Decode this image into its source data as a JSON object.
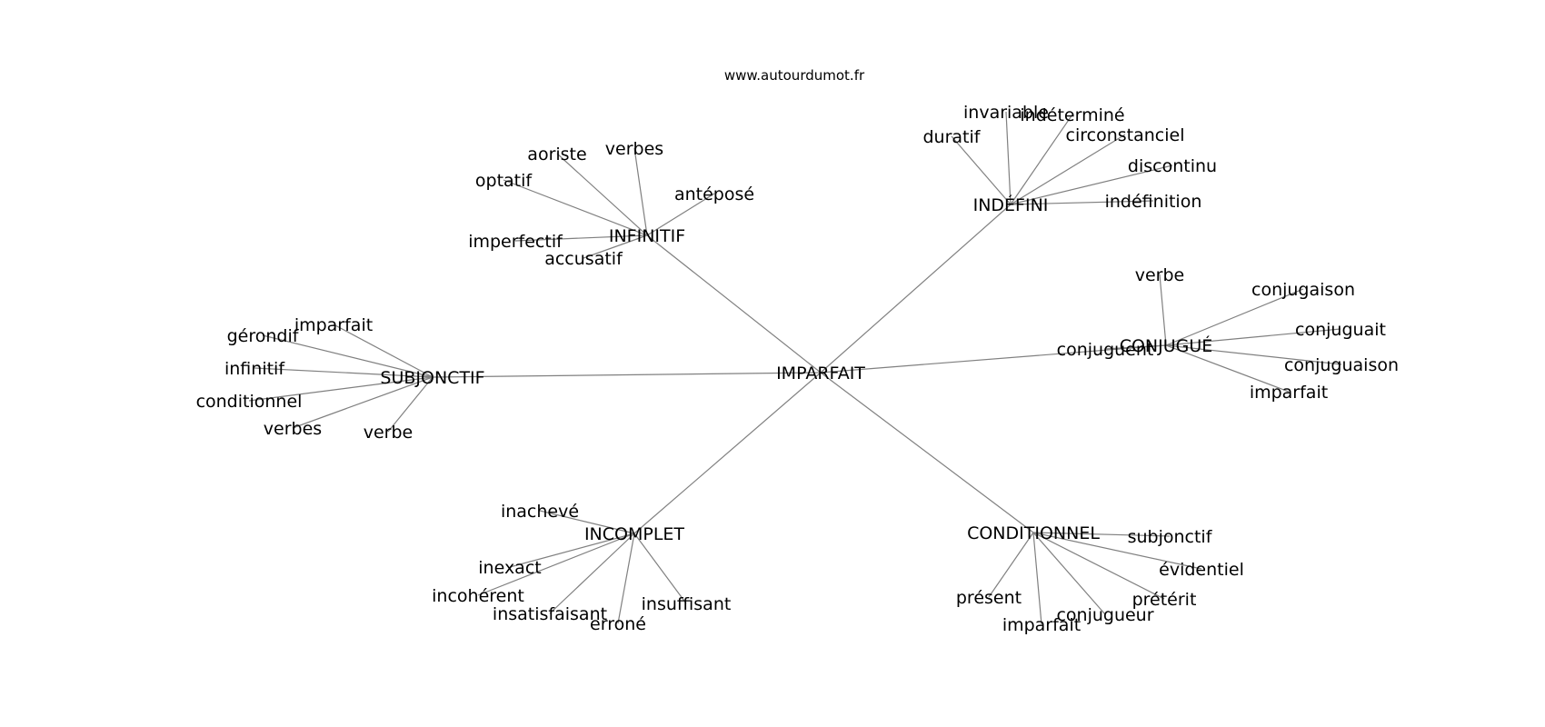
{
  "source": "www.autourdumot.fr",
  "center": "IMPARFAIT",
  "groups": [
    {
      "hub": "INFINITIF",
      "leaves": [
        "aoriste",
        "verbes",
        "optatif",
        "antéposé",
        "imperfectif",
        "accusatif"
      ]
    },
    {
      "hub": "INDÉFINI",
      "leaves": [
        "invariable",
        "indéterminé",
        "duratif",
        "circonstanciel",
        "discontinu",
        "indéfinition"
      ]
    },
    {
      "hub": "SUBJONCTIF",
      "leaves": [
        "imparfait",
        "gérondif",
        "infinitif",
        "conditionnel",
        "verbes",
        "verbe"
      ]
    },
    {
      "hub": "CONJUGUÉ",
      "leaves": [
        "verbe",
        "conjugaison",
        "conjuguait",
        "conjuguaison",
        "imparfait",
        "conjuguent"
      ]
    },
    {
      "hub": "INCOMPLET",
      "leaves": [
        "inachevé",
        "inexact",
        "incohérent",
        "insatisfaisant",
        "erroné",
        "insuffisant"
      ]
    },
    {
      "hub": "CONDITIONNEL",
      "leaves": [
        "subjonctif",
        "évidentiel",
        "prétérit",
        "conjugueur",
        "imparfait",
        "présent"
      ]
    }
  ]
}
